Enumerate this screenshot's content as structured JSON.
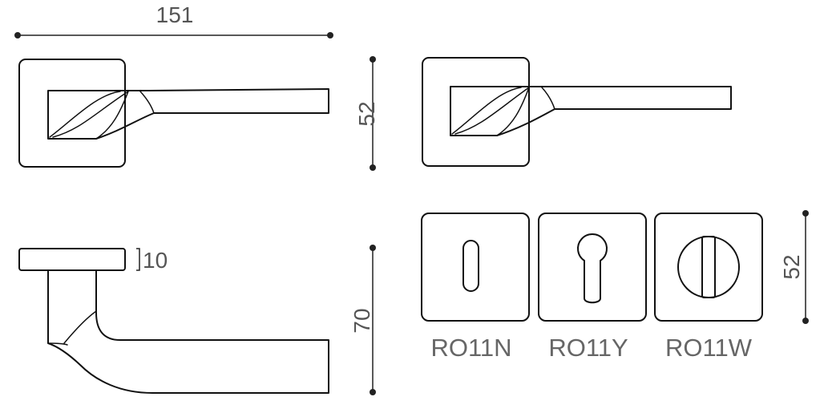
{
  "dimensions": {
    "width": "151",
    "height_rose_top": "52",
    "rose_thickness": "10",
    "projection": "70",
    "height_rose_bottom": "52"
  },
  "escutcheons": [
    {
      "code": "RO11N",
      "type": "key-hole"
    },
    {
      "code": "RO11Y",
      "type": "euro-profile-cylinder"
    },
    {
      "code": "RO11W",
      "type": "wc-turn"
    }
  ]
}
